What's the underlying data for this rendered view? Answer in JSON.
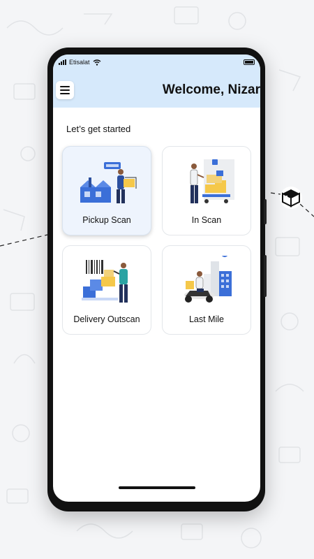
{
  "status_bar": {
    "carrier": "Etisalat"
  },
  "header": {
    "welcome": "Welcome, Nizar"
  },
  "main": {
    "section_title": "Let’s get started",
    "tiles": [
      {
        "label": "Pickup Scan",
        "selected": true
      },
      {
        "label": "In Scan",
        "selected": false
      },
      {
        "label": "Delivery Outscan",
        "selected": false
      },
      {
        "label": "Last Mile",
        "selected": false
      }
    ]
  },
  "colors": {
    "header_bg": "#d6e9fb",
    "accent": "#3b6fd8",
    "box_yellow": "#f5c84a"
  },
  "icons": [
    "menu-icon",
    "wifi-icon",
    "battery-icon",
    "signal-icon",
    "box-icon"
  ]
}
